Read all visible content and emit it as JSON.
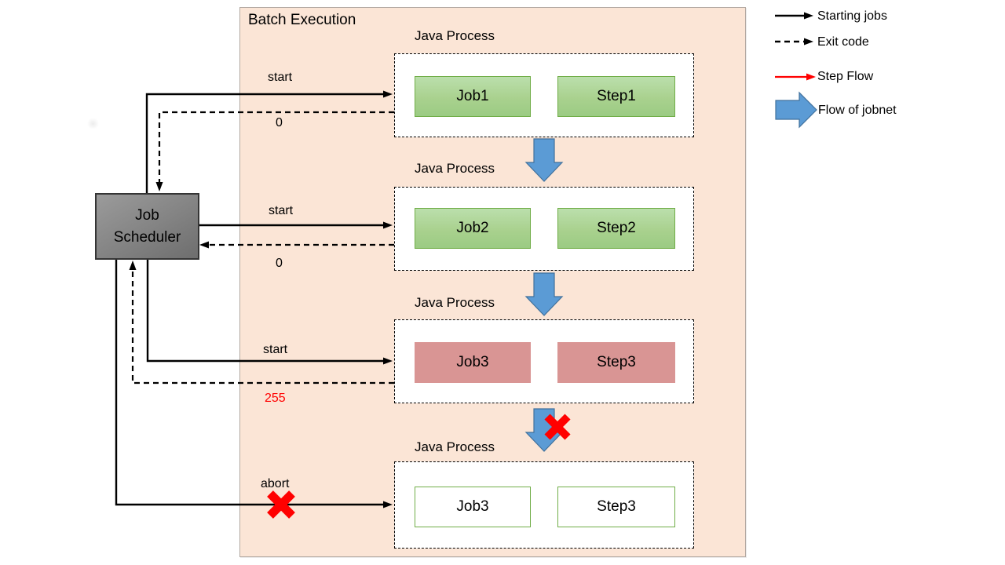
{
  "panel": {
    "title": "Batch Execution"
  },
  "scheduler": {
    "line1": "Job",
    "line2": "Scheduler"
  },
  "processes": [
    {
      "label": "Java Process",
      "job": "Job1",
      "step": "Step1",
      "state": "success"
    },
    {
      "label": "Java Process",
      "job": "Job2",
      "step": "Step2",
      "state": "success"
    },
    {
      "label": "Java Process",
      "job": "Job3",
      "step": "Step3",
      "state": "error"
    },
    {
      "label": "Java Process",
      "job": "Job3",
      "step": "Step3",
      "state": "not-run"
    }
  ],
  "messages": {
    "start1": "start",
    "exit1": "0",
    "start2": "start",
    "exit2": "0",
    "start3": "start",
    "exit3": "255",
    "abort": "abort"
  },
  "legend": {
    "items": [
      {
        "icon": "solid-arrow",
        "label": "Starting jobs"
      },
      {
        "icon": "dashed-arrow",
        "label": "Exit code"
      },
      {
        "icon": "red-arrow",
        "label": "Step Flow"
      },
      {
        "icon": "block-arrow",
        "label": "Flow of jobnet"
      }
    ]
  },
  "colors": {
    "panel_bg": "#FBE5D6",
    "success_fill": "#A9D18E",
    "success_border": "#70AD47",
    "error_fill": "#D99594",
    "scheduler_fill": "#808080",
    "jobnet_arrow_fill": "#5B9BD5",
    "jobnet_arrow_border": "#41719C",
    "accent_red": "#FF0000",
    "line_color": "#000000"
  }
}
